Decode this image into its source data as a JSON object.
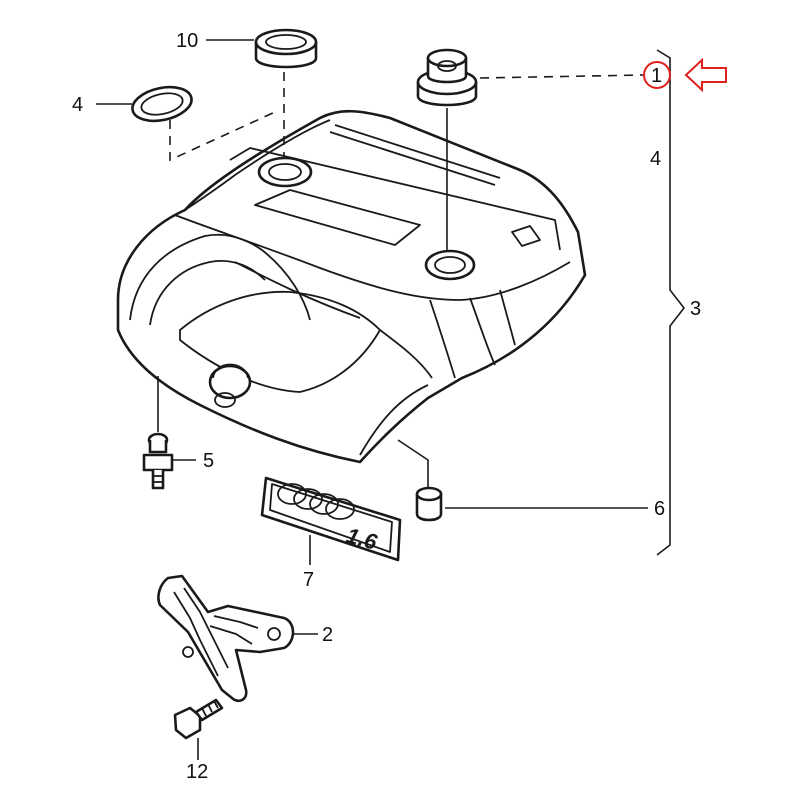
{
  "colors": {
    "line": "#1a1a1a",
    "highlight": "#e0201c",
    "background": "#ffffff"
  },
  "callouts": {
    "c1": "1",
    "c2": "2",
    "c3": "3",
    "c4a": "4",
    "c4b": "4",
    "c5": "5",
    "c6": "6",
    "c7": "7",
    "c10": "10",
    "c12": "12"
  },
  "emblem": {
    "text": "1.6"
  }
}
